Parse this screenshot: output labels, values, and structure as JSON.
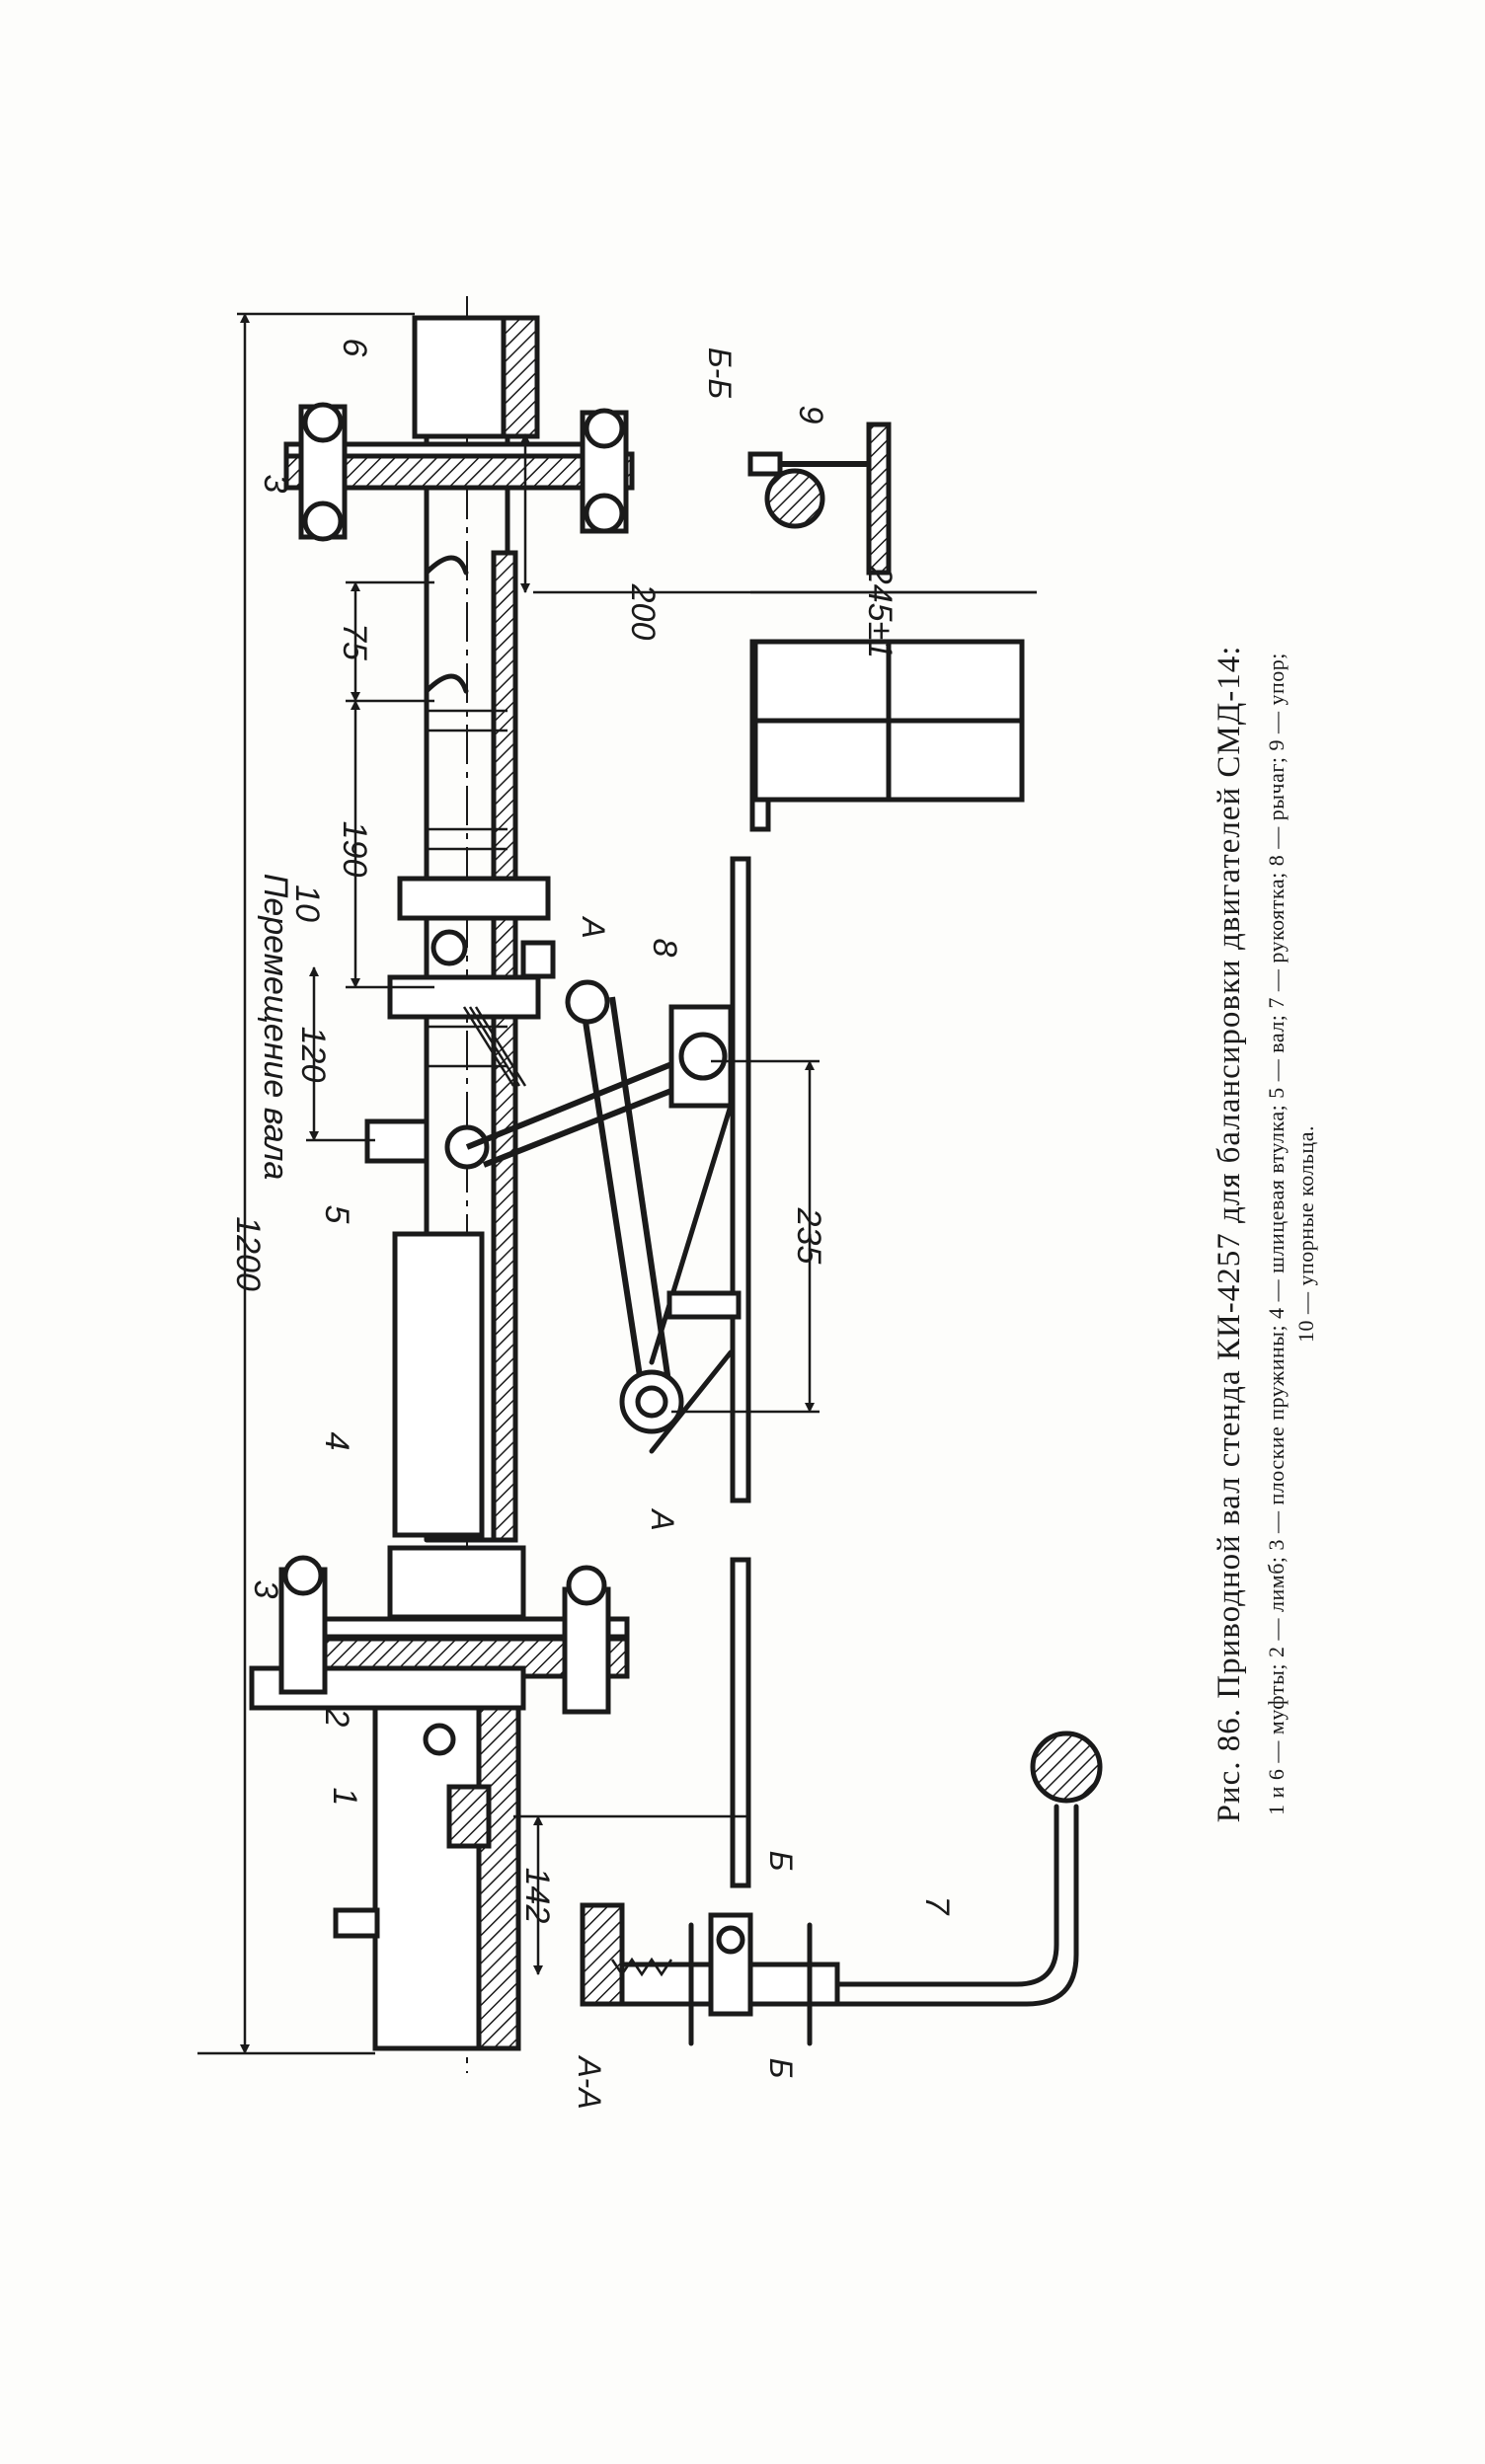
{
  "figure": {
    "caption_title": "Рис. 86. Приводной вал стенда КИ-4257 для балансировки двигателей СМД-14:",
    "caption_legend_line1": "1 и 6 — муфты; 2 — лимб; 3 — плоские пружины; 4 — шлицевая втулка; 5 — вал; 7 — рукоятка; 8 — рычаг; 9 — упор;",
    "caption_legend_line2": "10 — упорные кольца."
  },
  "dimensions": {
    "overall_length": "1200",
    "d200": "200",
    "d245": "245±1",
    "d75": "75",
    "d190": "190",
    "d120": "120",
    "d235": "235",
    "d142": "142"
  },
  "annotations": {
    "shaft_travel": "Перемещение вала"
  },
  "part_labels": {
    "p1": "1",
    "p2": "2",
    "p3_top": "3",
    "p3_bottom": "3",
    "p4": "4",
    "p5": "5",
    "p6": "6",
    "p7": "7",
    "p8": "8",
    "p9": "9",
    "p10": "10"
  },
  "view_labels": {
    "section_aa": "А-А",
    "section_bb": "Б-Б",
    "cut_a_upper": "А",
    "cut_a_lower": "А",
    "cut_b_upper": "Б",
    "cut_b_lower": "Б"
  }
}
